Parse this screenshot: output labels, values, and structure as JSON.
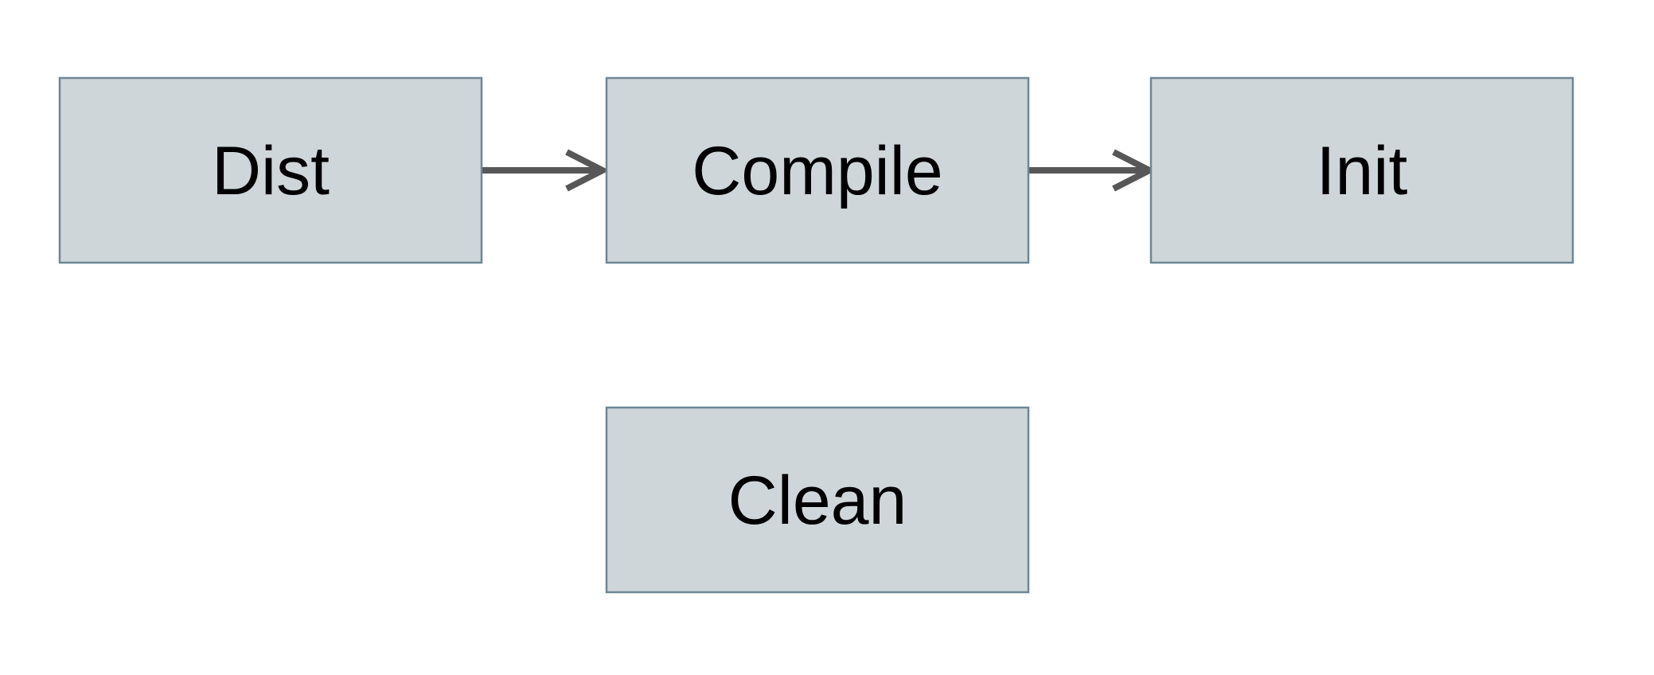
{
  "diagram": {
    "type": "flowchart",
    "background": "#ffffff",
    "nodes": [
      {
        "id": "dist",
        "label": "Dist"
      },
      {
        "id": "compile",
        "label": "Compile"
      },
      {
        "id": "init",
        "label": "Init"
      },
      {
        "id": "clean",
        "label": "Clean"
      }
    ],
    "edges": [
      {
        "from": "dist",
        "to": "compile",
        "style": "open-arrow"
      },
      {
        "from": "compile",
        "to": "init",
        "style": "open-arrow"
      }
    ],
    "colors": {
      "node_fill": "#cfd6d9",
      "node_border": "#6d8795",
      "node_text": "#000000",
      "arrow": "#575757",
      "background": "#ffffff"
    }
  }
}
